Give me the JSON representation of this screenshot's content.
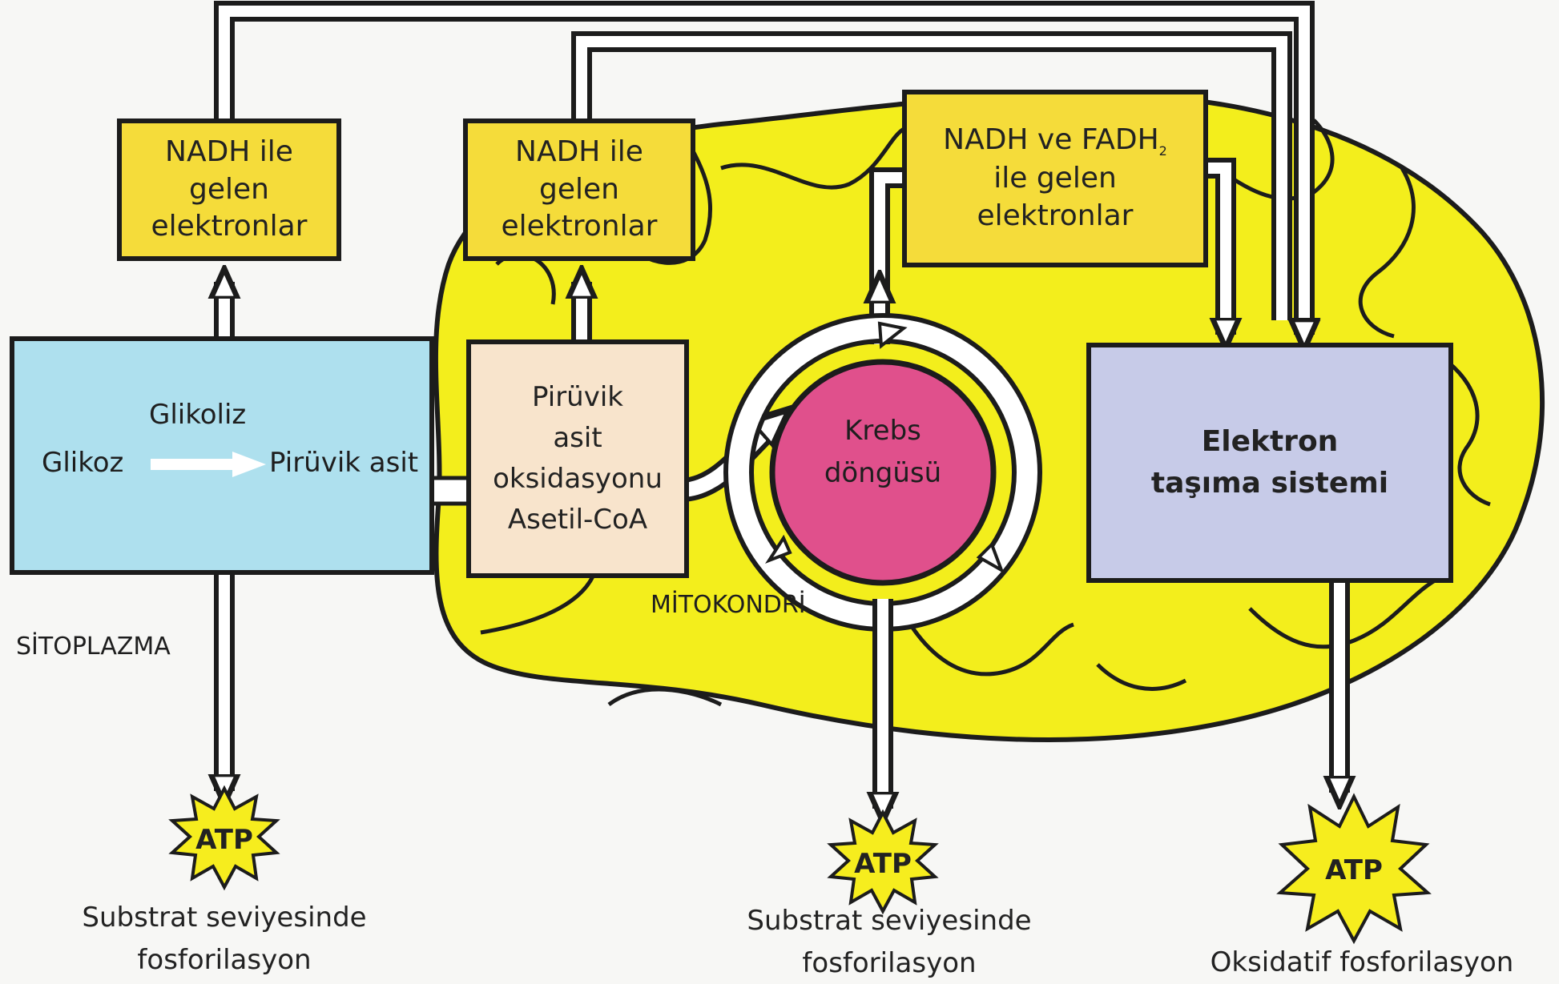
{
  "nadh_left": {
    "line1": "NADH ile",
    "line2": "gelen",
    "line3": "elektronlar"
  },
  "nadh_middle": {
    "line1": "NADH ile",
    "line2": "gelen",
    "line3": "elektronlar"
  },
  "nadh_fadh": {
    "line1_prefix": "NADH ve FADH",
    "line1_sub": "2",
    "line2": "ile gelen",
    "line3": "elektronlar"
  },
  "glycolysis": {
    "title": "Glikoliz",
    "start": "Glikoz",
    "end": "Pirüvik asit"
  },
  "pyruvate_oxidation": {
    "line1": "Pirüvik",
    "line2": "asit",
    "line3": "oksidasyonu",
    "line4": "Asetil-CoA"
  },
  "krebs": {
    "line1": "Krebs",
    "line2": "döngüsü"
  },
  "electron_transport": {
    "line1": "Elektron",
    "line2": "taşıma sistemi"
  },
  "labels": {
    "mitochondria": "MİTOKONDRİ",
    "cytoplasm": "SİTOPLAZMA"
  },
  "atp": {
    "label": "ATP"
  },
  "captions": {
    "left": {
      "line1": "Substrat seviyesinde",
      "line2": "fosforilasyon"
    },
    "middle": {
      "line1": "Substrat seviyesinde",
      "line2": "fosforilasyon"
    },
    "right": {
      "line1": "Oksidatif fosforilasyon"
    }
  },
  "colors": {
    "mitochondria": "#f3ee1c",
    "nadh_box": "#f5dc3a",
    "cytoplasm_box": "#aee0ee",
    "pyruvate_box": "#f8e4cc",
    "krebs_circle": "#e0508c",
    "ets_box": "#c7cbe8",
    "atp_star": "#f6ed1e"
  }
}
